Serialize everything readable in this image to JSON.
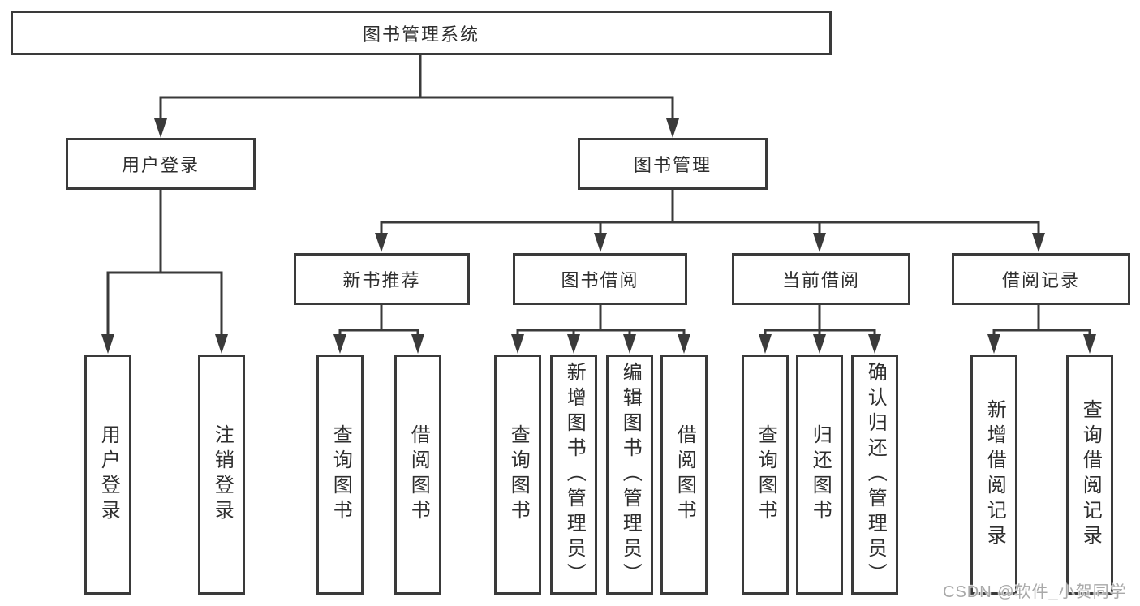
{
  "diagram": {
    "type": "tree-diagram",
    "colors": {
      "line": "#3a3a3a",
      "box_border": "#3a3a3a",
      "text": "#2e2e2e",
      "watermark": "#a9a9a9",
      "background": "#ffffff"
    },
    "root": {
      "label": "图书管理系统",
      "children": [
        {
          "label": "用户登录",
          "children": [
            {
              "label": "用户登录"
            },
            {
              "label": "注销登录"
            }
          ]
        },
        {
          "label": "图书管理",
          "children": [
            {
              "label": "新书推荐",
              "children": [
                {
                  "label": "查询图书"
                },
                {
                  "label": "借阅图书"
                }
              ]
            },
            {
              "label": "图书借阅",
              "children": [
                {
                  "label": "查询图书"
                },
                {
                  "label": "新增图书（管理员）"
                },
                {
                  "label": "编辑图书（管理员）"
                },
                {
                  "label": "借阅图书"
                }
              ]
            },
            {
              "label": "当前借阅",
              "children": [
                {
                  "label": "查询图书"
                },
                {
                  "label": "归还图书"
                },
                {
                  "label": "确认归还（管理员）"
                }
              ]
            },
            {
              "label": "借阅记录",
              "children": [
                {
                  "label": "新增借阅记录"
                },
                {
                  "label": "查询借阅记录"
                }
              ]
            }
          ]
        }
      ]
    },
    "watermark": "CSDN @软件_小贺同学"
  }
}
